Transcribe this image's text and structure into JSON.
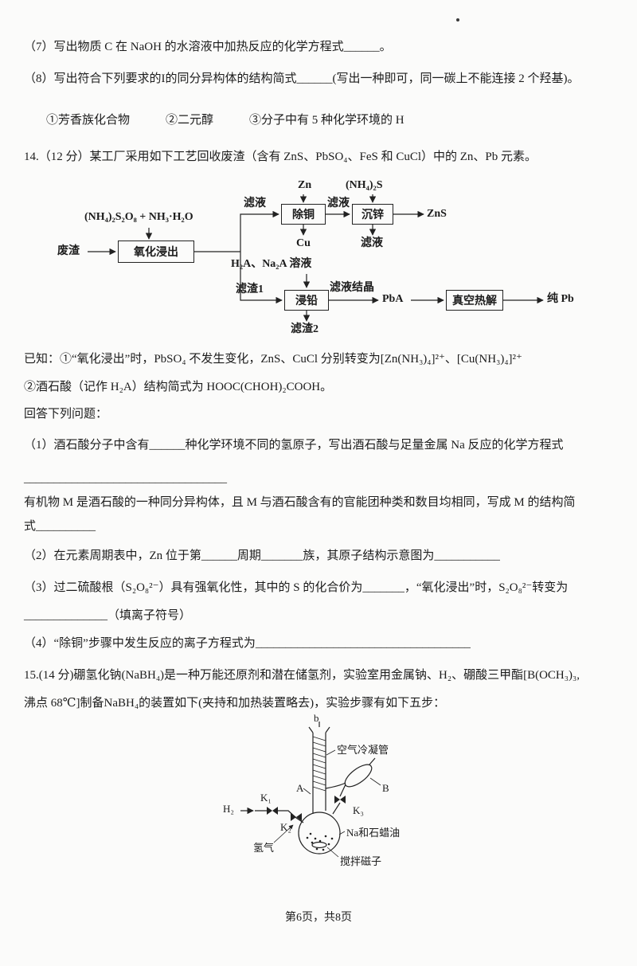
{
  "page": {
    "footer": "第6页，共8页"
  },
  "q7": {
    "text": "（7）写出物质 C 在 NaOH 的水溶液中加热反应的化学方程式______。"
  },
  "q8": {
    "text": "（8）写出符合下列要求的I的同分异构体的结构简式______(写出一种即可，同一碳上不能连接 2 个羟基)。",
    "options": "①芳香族化合物　　　②二元醇　　　③分子中有 5 种化学环境的 H"
  },
  "q14": {
    "stem": "14.（12 分）某工厂采用如下工艺回收废渣（含有 ZnS、PbSO₄、FeS 和 CuCl）中的 Zn、Pb 元素。",
    "flow": {
      "reagent_top": "(NH₄)₂S₂O₈ + NH₃·H₂O",
      "feed": "废渣",
      "box_leach": "氧化浸出",
      "filtrate1": "滤液",
      "zn_metal": "Zn",
      "box_decopper": "除铜",
      "filtrate2": "滤液",
      "ammonium_sulfide": "(NH₄)₂S",
      "box_zinc": "沉锌",
      "zns_product": "ZnS",
      "cu_product": "Cu",
      "filtrate3": "滤液",
      "acid_solution": "H₂A、Na₂A 溶液",
      "residue1": "滤渣1",
      "box_lead": "浸铅",
      "filtrate_cryst": "滤液结晶",
      "pba": "PbA",
      "box_pyrolysis": "真空热解",
      "pure_pb": "纯 Pb",
      "residue2": "滤渣2"
    },
    "known1": "已知：①“氧化浸出”时，PbSO₄ 不发生变化，ZnS、CuCl 分别转变为[Zn(NH₃)₄]²⁺、[Cu(NH₃)₄]²⁺",
    "known2": "②酒石酸（记作 H₂A）结构简式为 HOOC(CHOH)₂COOH。",
    "answer_prompt": "回答下列问题：",
    "q1a": "（1）酒石酸分子中含有______种化学环境不同的氢原子，写出酒石酸与足量金属 Na 反应的化学方程式",
    "q1_blank": "__________________________________",
    "q1b": "有机物 M 是酒石酸的一种同分异构体，且 M 与酒石酸含有的官能团种类和数目均相同，写成 M 的结构简",
    "q1c": "式__________",
    "q2": "（2）在元素周期表中，Zn 位于第______周期_______族，其原子结构示意图为___________",
    "q3a": "（3）过二硫酸根（S₂O₈²⁻）具有强氧化性，其中的 S 的化合价为_______，“氧化浸出”时，S₂O₈²⁻转变为",
    "q3b": "______________（填离子符号）",
    "q4": "（4）“除铜”步骤中发生反应的离子方程式为____________________________________"
  },
  "q15": {
    "stem1": "15.(14 分)硼氢化钠(NaBH₄)是一种万能还原剂和潜在储氢剂，实验室用金属钠、H₂、硼酸三甲酯[B(OCH₃)₃,",
    "stem2": "沸点 68℃]制备NaBH₄的装置如下(夹持和加热装置略去)，实验步骤有如下五步：",
    "apparatus": {
      "port_b": "b",
      "condenser": "空气冷凝管",
      "point_a": "A",
      "vessel_b": "B",
      "k1": "K₁",
      "k2": "K₂",
      "k3": "K₃",
      "h2_inlet": "H₂",
      "hydrogen": "氢气",
      "na_paraffin": "Na和石蜡油",
      "stir_bar": "搅拌磁子"
    }
  }
}
